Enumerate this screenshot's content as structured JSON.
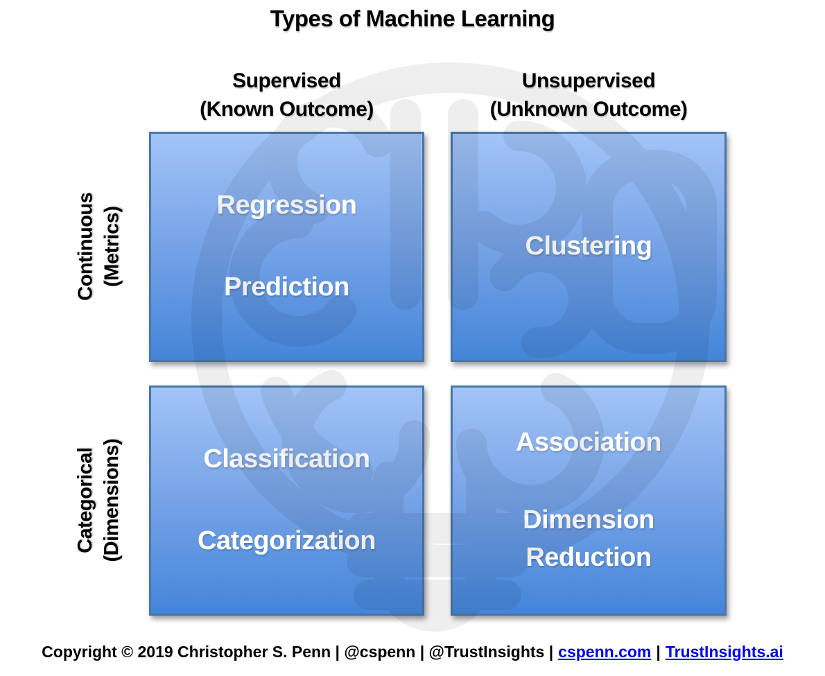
{
  "title": "Types of Machine Learning",
  "watermark": {
    "icon": "brain-lightbulb-icon"
  },
  "columns": [
    {
      "id": "supervised",
      "line1": "Supervised",
      "line2": "(Known Outcome)"
    },
    {
      "id": "unsupervised",
      "line1": "Unsupervised",
      "line2": "(Unknown Outcome)"
    }
  ],
  "rows": [
    {
      "id": "continuous",
      "line1": "Continuous",
      "line2": "(Metrics)"
    },
    {
      "id": "categorical",
      "line1": "Categorical",
      "line2": "(Dimensions)"
    }
  ],
  "quadrants": [
    {
      "column": "Supervised",
      "row": "Continuous",
      "labels": [
        "Regression",
        "Prediction"
      ]
    },
    {
      "column": "Unsupervised",
      "row": "Continuous",
      "labels": [
        "Clustering"
      ]
    },
    {
      "column": "Supervised",
      "row": "Categorical",
      "labels": [
        "Classification",
        "Categorization"
      ]
    },
    {
      "column": "Unsupervised",
      "row": "Categorical",
      "labels": [
        "Association",
        "Dimension Reduction"
      ]
    }
  ],
  "footer": {
    "copyright_text": "Copyright © 2019 Christopher S. Penn | @cspenn | @TrustInsights |",
    "link_cspenn": "cspenn.com",
    "separator": "|",
    "link_trustinsights": "TrustInsights.ai"
  },
  "colors": {
    "box_gradient_top": "#a2c4f7",
    "box_gradient_bottom": "#4485d9",
    "box_border": "#4a76a8",
    "box_text": "#ffffff",
    "heading_text": "#000000",
    "link_blue": "#0000ee",
    "watermark": "rgba(0,0,0,0.06)"
  }
}
